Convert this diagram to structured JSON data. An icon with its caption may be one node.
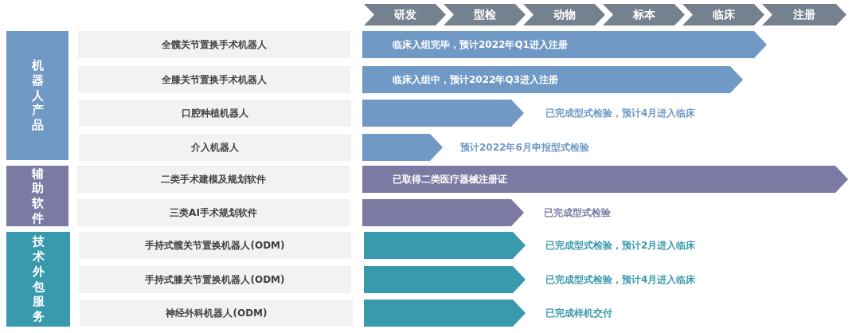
{
  "diagram": {
    "nodes": [
      {
        "text": [
          "研发"
        ]
      },
      {
        "text": [
          "型检"
        ]
      },
      {
        "text": [
          "动物"
        ]
      },
      {
        "text": [
          "标本"
        ]
      },
      {
        "text": [
          "临床"
        ]
      },
      {
        "text": [
          "注册"
        ]
      },
      {
        "text": [
          "机器人产品"
        ]
      },
      {
        "text": [
          "全髋关节置换手术机器人"
        ]
      },
      {
        "text": [
          "临床入组完毕，预计2022年Q1进入注册"
        ]
      },
      {
        "text": [
          "全膝关节置换手术机器人"
        ]
      },
      {
        "text": [
          "临床入组中，预计2022年Q3进入注册"
        ]
      },
      {
        "text": [
          "口腔种植机器人"
        ]
      },
      {
        "text": [],
        "shape": "arrow",
        "beside": [
          "已完成型式检验，预计4月进入临床"
        ]
      },
      {
        "text": [
          "介入机器人"
        ]
      },
      {
        "text": [],
        "shape": "arrow",
        "beside": [
          "预计2022年6月申报型式检验"
        ]
      },
      {
        "text": [
          "辅助软件"
        ]
      },
      {
        "text": [
          "二类手术建模及规划软件"
        ]
      },
      {
        "text": [
          "已取得二类医疗器械注册证"
        ]
      },
      {
        "text": [
          "三类AI手术规划软件"
        ]
      },
      {
        "text": [],
        "shape": "arrow",
        "beside": [
          "已完成型式检验"
        ]
      },
      {
        "text": [
          "技术外包服务"
        ]
      },
      {
        "text": [
          "手持式髋关节置换机器人(ODM)"
        ]
      },
      {
        "text": [],
        "shape": "arrow",
        "beside": [
          "已完成型式检验，预计2月进入临床"
        ]
      },
      {
        "text": [
          "手持式膝关节置换机器人(ODM)"
        ]
      },
      {
        "text": [],
        "shape": "arrow",
        "beside": [
          "已完成型式检验，预计4月进入临床"
        ]
      },
      {
        "text": [
          "神经外科机器人(ODM)"
        ]
      },
      {
        "text": [],
        "shape": "arrow",
        "beside": [
          "已完成样机交付"
        ]
      }
    ]
  }
}
